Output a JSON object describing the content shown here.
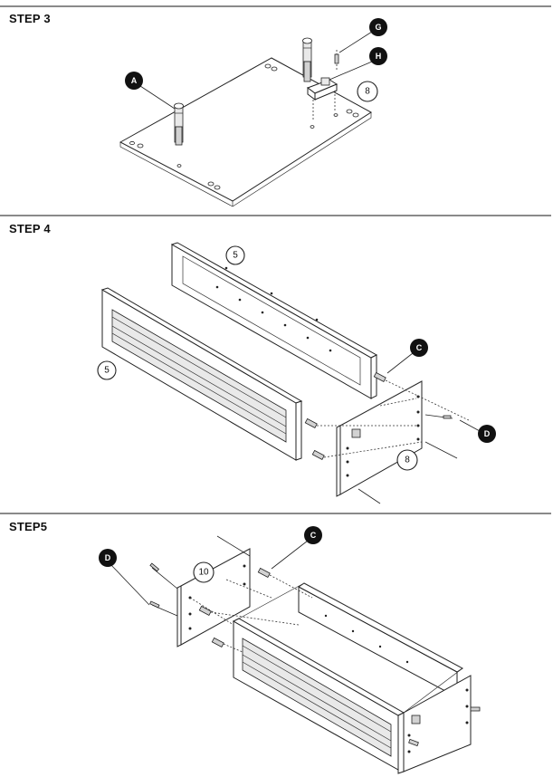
{
  "steps": [
    {
      "title": "STEP 3",
      "callouts": {
        "a": "A",
        "g": "G",
        "h": "H",
        "qty": "8"
      }
    },
    {
      "title": "STEP 4",
      "callouts": {
        "c": "C",
        "d": "D",
        "panel_back": "5",
        "panel_front": "5",
        "qty": "8"
      }
    },
    {
      "title": "STEP5",
      "callouts": {
        "c": "C",
        "d": "D",
        "qty": "10"
      }
    }
  ]
}
